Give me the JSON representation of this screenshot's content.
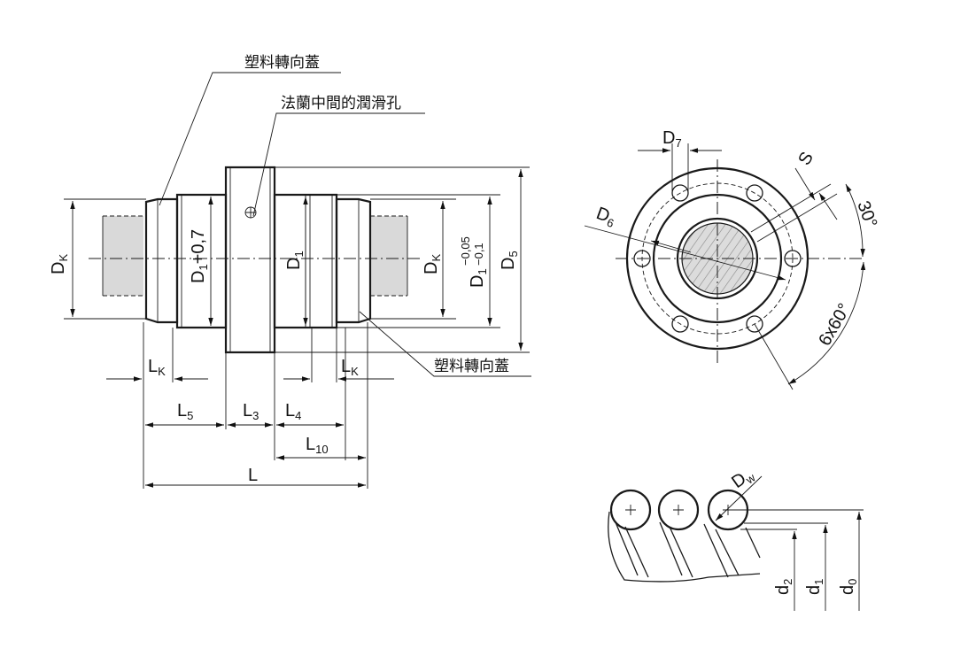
{
  "labels": {
    "plastic_cap_top": "塑料轉向蓋",
    "flange_lube_hole": "法蘭中間的潤滑孔",
    "plastic_cap_bottom": "塑料轉向蓋",
    "dk_left": {
      "main": "D",
      "sub": "K"
    },
    "d1_plus": {
      "main": "D",
      "sub": "1",
      "suffix": "+0,7"
    },
    "d1_mid": {
      "main": "D",
      "sub": "1"
    },
    "dk_right": {
      "main": "D",
      "sub": "K"
    },
    "d1_tol": {
      "main": "D",
      "sub": "1",
      "upper": "−0,05",
      "lower": "−0,1"
    },
    "d5": {
      "main": "D",
      "sub": "5"
    },
    "lk_left": {
      "main": "L",
      "sub": "K"
    },
    "lk_right": {
      "main": "L",
      "sub": "K"
    },
    "l5": {
      "main": "L",
      "sub": "5"
    },
    "l3": {
      "main": "L",
      "sub": "3"
    },
    "l4": {
      "main": "L",
      "sub": "4"
    },
    "l10": {
      "main": "L",
      "sub": "10"
    },
    "l": {
      "main": "L"
    },
    "d7": {
      "main": "D",
      "sub": "7"
    },
    "s": {
      "main": "S"
    },
    "d6": {
      "main": "D",
      "sub": "6"
    },
    "angle30": "30°",
    "angle6x60": "6x60°",
    "dw": {
      "main": "D",
      "sub": "w"
    },
    "d2": {
      "main": "d",
      "sub": "2"
    },
    "d1_small": {
      "main": "d",
      "sub": "1"
    },
    "d0": {
      "main": "d",
      "sub": "0"
    }
  }
}
